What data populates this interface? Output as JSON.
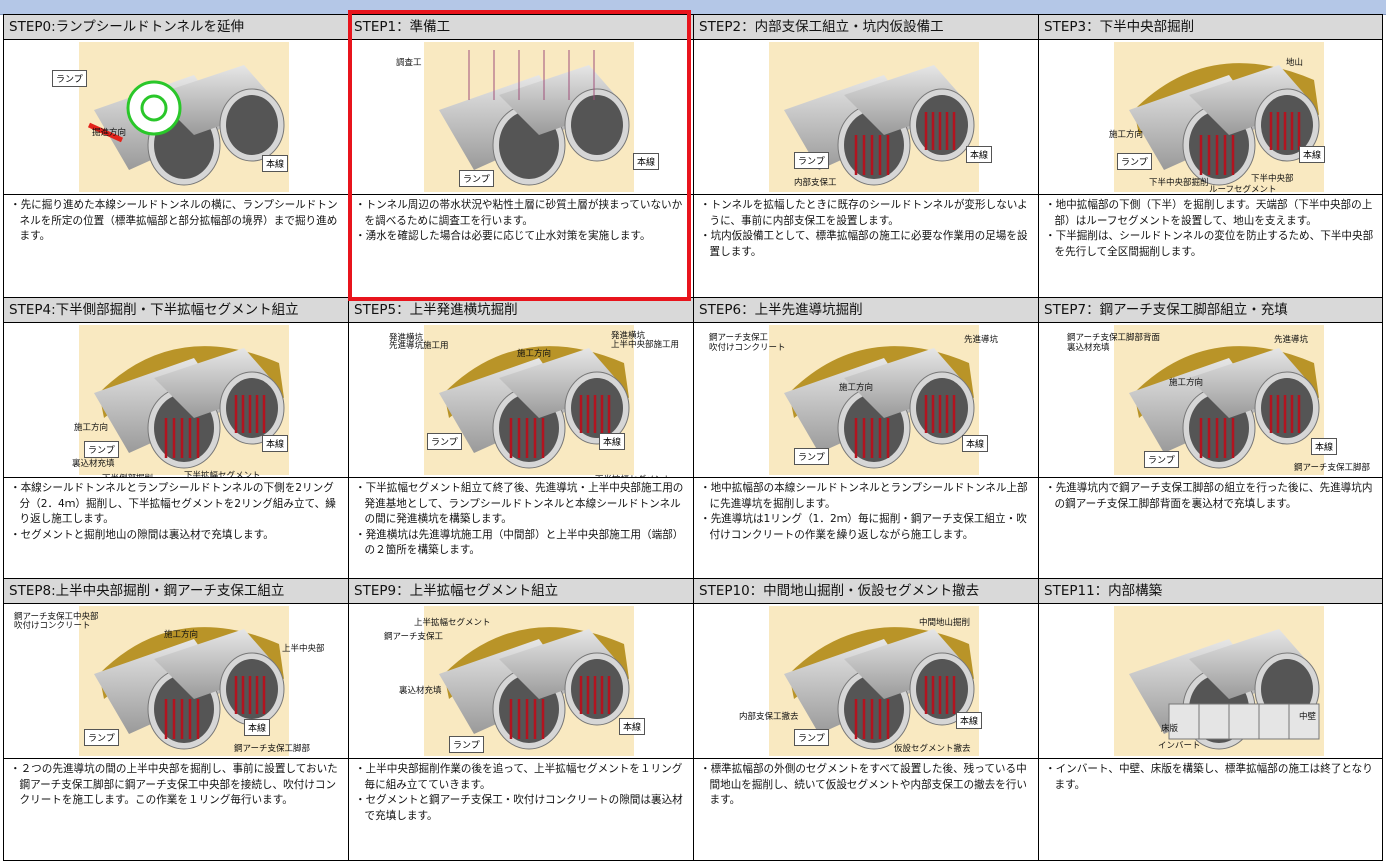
{
  "steps": [
    {
      "title": "STEP0:ランプシールドトンネルを延伸",
      "labels": [
        "ランプ",
        "本線",
        "掘進方向"
      ],
      "desc": [
        "・先に掘り進めた本線シールドトンネルの横に、ランプシールドトンネルを所定の位置（標準拡幅部と部分拡幅部の境界）まで掘り進めます。"
      ]
    },
    {
      "title": "STEP1：準備工",
      "labels": [
        "調査工",
        "本線",
        "ランプ"
      ],
      "desc": [
        "・トンネル周辺の帯水状況や粘性土層に砂質土層が挟まっていないかを調べるために調査工を行います。",
        "・湧水を確認した場合は必要に応じて止水対策を実施します。"
      ]
    },
    {
      "title": "STEP2：内部支保工組立・坑内仮設備工",
      "labels": [
        "ランプ",
        "本線",
        "内部支保工"
      ],
      "desc": [
        "・トンネルを拡幅したときに既存のシールドトンネルが変形しないように、事前に内部支保工を設置します。",
        "・坑内仮設備工として、標準拡幅部の施工に必要な作業用の足場を設置します。"
      ]
    },
    {
      "title": "STEP3：下半中央部掘削",
      "labels": [
        "地山",
        "施工方向",
        "ランプ",
        "本線",
        "下半中央部掘削",
        "下半中央部",
        "ルーフセグメント"
      ],
      "desc": [
        "・地中拡幅部の下側（下半）を掘削します。天端部（下半中央部の上部）はルーフセグメントを設置して、地山を支えます。",
        "・下半掘削は、シールドトンネルの変位を防止するため、下半中央部を先行して全区間掘削します。"
      ]
    },
    {
      "title": "STEP4:下半側部掘削・下半拡幅セグメント組立",
      "labels": [
        "施工方向",
        "ランプ",
        "本線",
        "裏込材充填",
        "下半側部掘削",
        "下半拡幅セグメント"
      ],
      "desc": [
        "・本線シールドトンネルとランプシールドトンネルの下側を2リング分（2．4ｍ）掘削し、下半拡幅セグメントを2リング組み立て、繰り返し施工します。",
        "・セグメントと掘削地山の隙間は裏込材で充填します。"
      ]
    },
    {
      "title": "STEP5：上半発進横坑掘削",
      "labels": [
        "発進横坑",
        "先進導坑施工用",
        "施工方向",
        "発進横坑",
        "上半中央部施工用",
        "ランプ",
        "本線",
        "下半拡幅セグメント"
      ],
      "desc": [
        "・下半拡幅セグメント組立て終了後、先進導坑・上半中央部施工用の発進基地として、ランプシールドトンネルと本線シールドトンネルの間に発進横坑を構築します。",
        "・発進横坑は先進導坑施工用（中間部）と上半中央部施工用（端部）の２箇所を構築します。"
      ]
    },
    {
      "title": "STEP6：上半先進導坑掘削",
      "labels": [
        "鋼アーチ支保工",
        "吹付けコンクリート",
        "先進導坑",
        "施工方向",
        "ランプ",
        "本線"
      ],
      "desc": [
        "・地中拡幅部の本線シールドトンネルとランプシールドトンネル上部に先進導坑を掘削します。",
        "・先進導坑は1リング（1．2ｍ）毎に掘削・鋼アーチ支保工組立・吹付けコンクリートの作業を繰り返しながら施工します。"
      ]
    },
    {
      "title": "STEP7：鋼アーチ支保工脚部組立・充填",
      "labels": [
        "鋼アーチ支保工脚部背面",
        "裏込材充填",
        "先進導坑",
        "施工方向",
        "ランプ",
        "本線",
        "鋼アーチ支保工脚部"
      ],
      "desc": [
        "・先進導坑内で鋼アーチ支保工脚部の組立を行った後に、先進導坑内の鋼アーチ支保工脚部背面を裏込材で充填します。"
      ]
    },
    {
      "title": "STEP8:上半中央部掘削・鋼アーチ支保工組立",
      "labels": [
        "鋼アーチ支保工中央部",
        "吹付けコンクリート",
        "施工方向",
        "上半中央部",
        "ランプ",
        "本線",
        "鋼アーチ支保工脚部"
      ],
      "desc": [
        "・２つの先進導坑の間の上半中央部を掘削し、事前に設置しておいた鋼アーチ支保工脚部に鋼アーチ支保工中央部を接続し、吹付けコンクリートを施工します。この作業を１リング毎行います。"
      ]
    },
    {
      "title": "STEP9：上半拡幅セグメント組立",
      "labels": [
        "上半拡幅セグメント",
        "鋼アーチ支保工",
        "裏込材充填",
        "ランプ",
        "本線"
      ],
      "desc": [
        "・上半中央部掘削作業の後を追って、上半拡幅セグメントを１リング毎に組み立てていきます。",
        "・セグメントと鋼アーチ支保工・吹付けコンクリートの隙間は裏込材で充填します。"
      ]
    },
    {
      "title": "STEP10：中間地山掘削・仮設セグメント撤去",
      "labels": [
        "中間地山掘削",
        "内部支保工撤去",
        "ランプ",
        "本線",
        "仮設セグメント撤去"
      ],
      "desc": [
        "・標準拡幅部の外側のセグメントをすべて設置した後、残っている中間地山を掘削し、続いて仮設セグメントや内部支保工の撤去を行います。"
      ]
    },
    {
      "title": "STEP11：内部構築",
      "labels": [
        "床版",
        "インバート",
        "中壁"
      ],
      "desc": [
        "・インバート、中壁、床版を構築し、標準拡幅部の施工は終了となります。"
      ]
    }
  ]
}
